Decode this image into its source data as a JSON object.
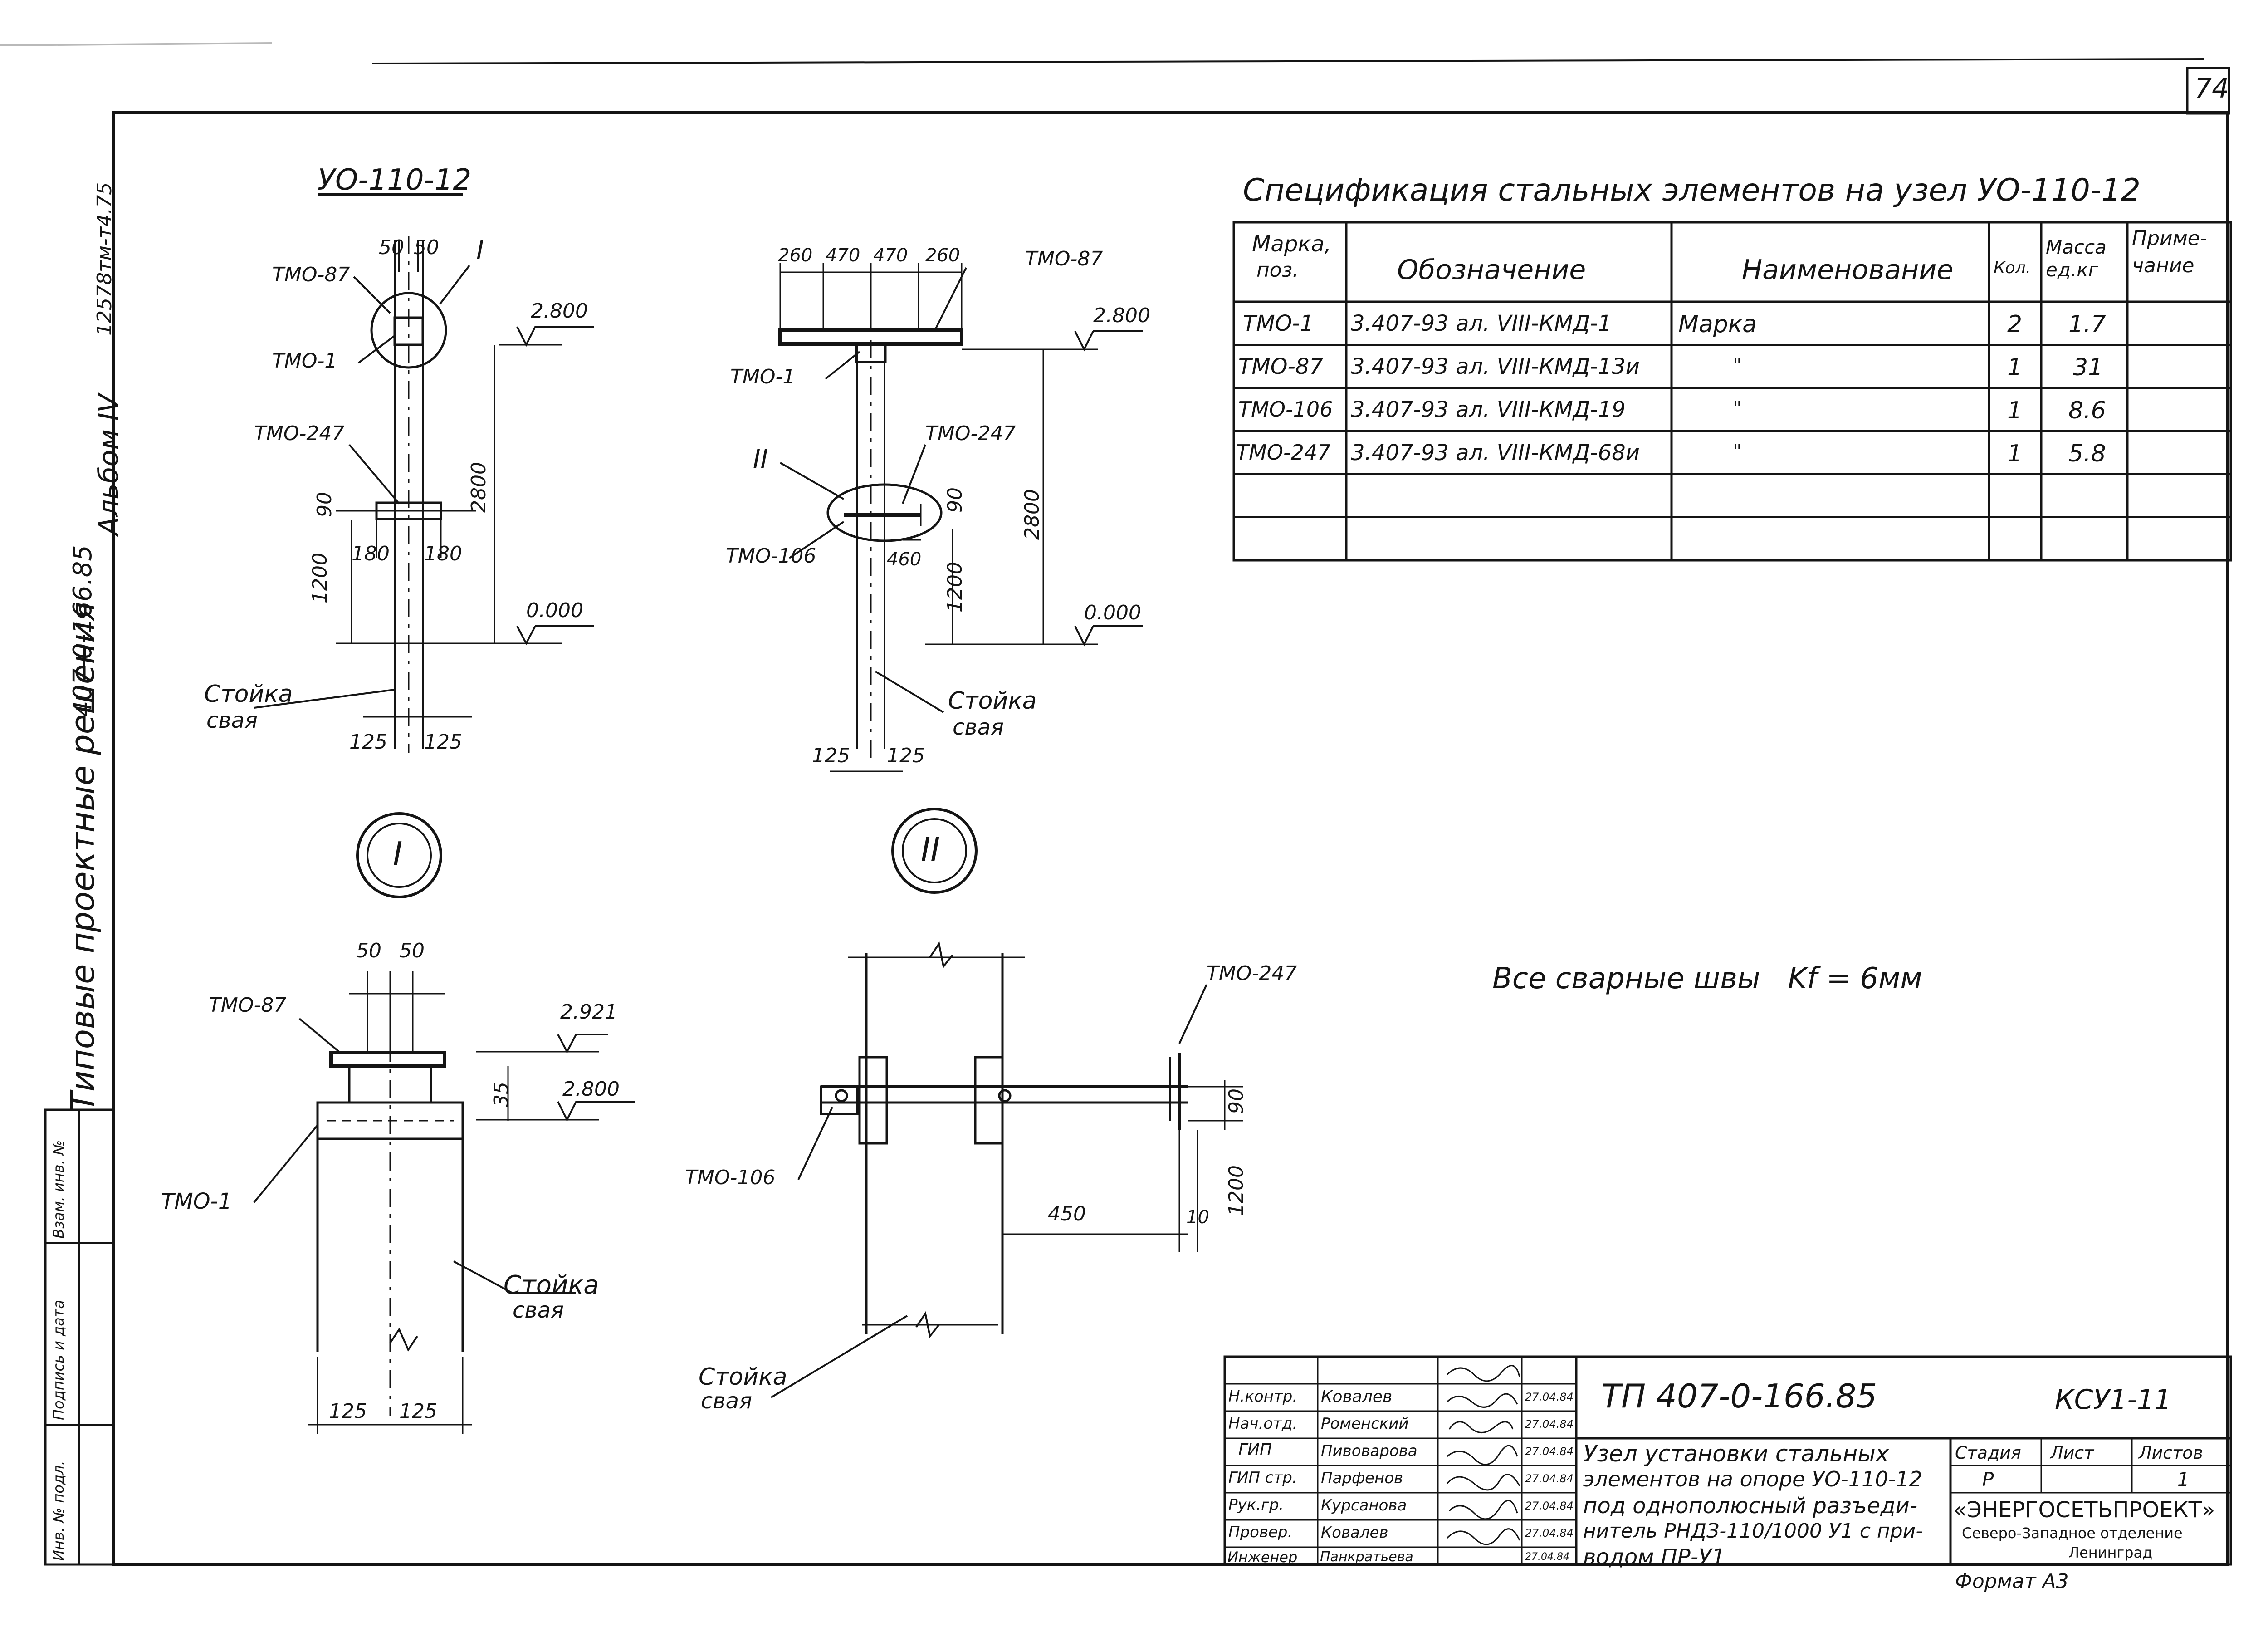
{
  "page": {
    "sheet_number": "74",
    "format": "Формат А3"
  },
  "side": {
    "line1": "407-0-166.85",
    "line2": "Альбом IV",
    "line3": "Типовые проектные решения",
    "code": "12578тм-т4.75",
    "stamp_cols": [
      "Инв. № подл.",
      "Подпись и дата",
      "Взам. инв. №"
    ]
  },
  "view_a": {
    "title": "УО-110-12",
    "tmo87": "ТМО-87",
    "tmo1": "ТМО-1",
    "tmo247": "ТМО-247",
    "callout": "I",
    "dim_50a": "50",
    "dim_50b": "50",
    "dim_90": "90",
    "dim_180a": "180",
    "dim_180b": "180",
    "dim_1200": "1200",
    "dim_2800": "2800",
    "lvl_2800": "2.800",
    "lvl_000": "0.000",
    "stand1": "Стойка",
    "stand2": "свая",
    "dim_125a": "125",
    "dim_125b": "125"
  },
  "view_b": {
    "dim_260a": "260",
    "dim_470a": "470",
    "dim_470b": "470",
    "dim_260b": "260",
    "tmo87": "ТМО-87",
    "tmo1": "ТМО-1",
    "tmo247": "ТМО-247",
    "tmo106": "ТМО-106",
    "callout": "II",
    "dim_90": "90",
    "dim_460": "460",
    "dim_1200": "1200",
    "dim_2800": "2800",
    "lvl_2800": "2.800",
    "lvl_000": "0.000",
    "stand1": "Стойка",
    "stand2": "свая",
    "dim_125a": "125",
    "dim_125b": "125"
  },
  "detail_1": {
    "circle": "I",
    "dim_50a": "50",
    "dim_50b": "50",
    "tmo87": "ТМО-87",
    "tmo1": "ТМО-1",
    "lvl_2921": "2.921",
    "dim_35": "35",
    "lvl_2800": "2.800",
    "stand1": "Стойка",
    "stand2": "свая",
    "dim_125a": "125",
    "dim_125b": "125"
  },
  "detail_2": {
    "circle": "II",
    "tmo247": "ТМО-247",
    "tmo106": "ТМО-106",
    "dim_90": "90",
    "dim_1200": "1200",
    "dim_450": "450",
    "dim_10": "10",
    "stand1": "Стойка",
    "stand2": "свая"
  },
  "spec": {
    "title": "Спецификация стальных элементов на узел УО-110-12",
    "headers": {
      "mark": [
        "Марка,",
        "поз."
      ],
      "designation": "Обозначение",
      "name": "Наименование",
      "qty": "Кол.",
      "mass": [
        "Масса",
        "ед.кг"
      ],
      "note": [
        "Приме-",
        "чание"
      ]
    },
    "rows": [
      {
        "mark": "ТМО-1",
        "designation": "3.407-93 ал. VIII-КМД-1",
        "name": "Марка",
        "qty": "2",
        "mass": "1.7"
      },
      {
        "mark": "ТМО-87",
        "designation": "3.407-93 ал. VIII-КМД-13и",
        "name": "\"",
        "qty": "1",
        "mass": "31"
      },
      {
        "mark": "ТМО-106",
        "designation": "3.407-93 ал. VIII-КМД-19",
        "name": "\"",
        "qty": "1",
        "mass": "8.6"
      },
      {
        "mark": "ТМО-247",
        "designation": "3.407-93 ал. VIII-КМД-68и",
        "name": "\"",
        "qty": "1",
        "mass": "5.8"
      }
    ]
  },
  "weld_note": "Все сварные швы   Kf = 6мм",
  "title_block": {
    "doc_code": "ТП 407-0-166.85",
    "sheet_code": "КСУ1-11",
    "roles": [
      "Н.контр.",
      "Нач.отд.",
      "ГИП",
      "ГИП стр.",
      "Рук.гр.",
      "Провер.",
      "Инженер"
    ],
    "names": [
      "Ковалев",
      "Роменский",
      "Пивоварова",
      "Парфенов",
      "Курсанова",
      "Ковалев",
      "Панкратьева"
    ],
    "dates": [
      "27.04.84",
      "27.04.84",
      "27.04.84",
      "27.04.84",
      "27.04.84",
      "27.04.84",
      "27.04.84"
    ],
    "description": [
      "Узел установки стальных",
      "элементов на опоре УО-110-12",
      "под однополюсный разъеди-",
      "нитель РНДЗ-110/1000 У1 с при-",
      "водом ПР-У1"
    ],
    "stage_label": "Стадия",
    "sheet_label": "Лист",
    "sheets_label": "Листов",
    "stage": "Р",
    "sheets": "1",
    "org": "«ЭНЕРГОСЕТЬПРОЕКТ»",
    "branch1": "Северо-Западное отделение",
    "branch2": "Ленинград"
  }
}
